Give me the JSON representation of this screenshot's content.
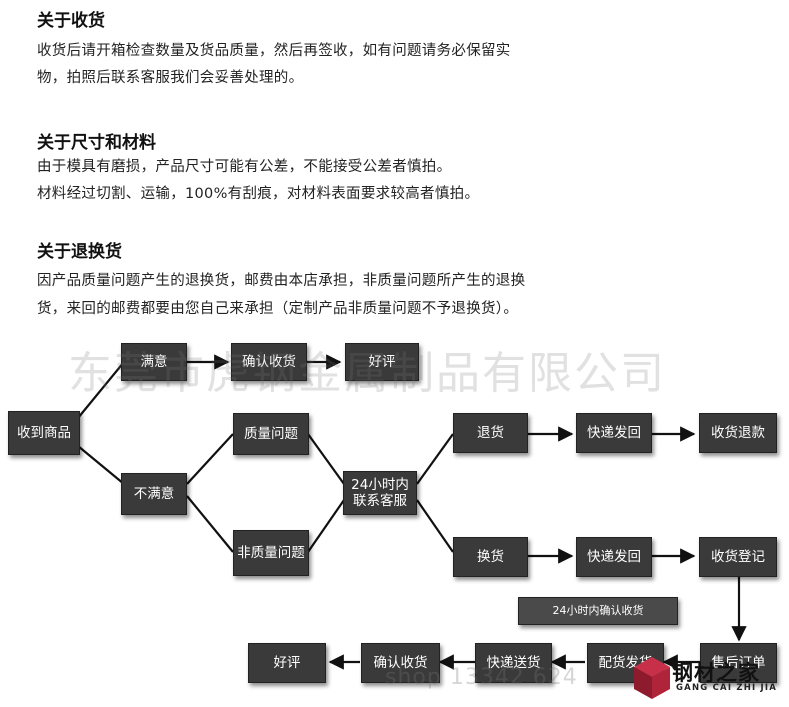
{
  "sections": [
    {
      "heading": "关于收货",
      "lines": [
        "收货后请开箱检查数量及货品质量，然后再签收，如有问题请务必保留实",
        "物，拍照后联系客服我们会妥善处理的。"
      ]
    },
    {
      "heading": "关于尺寸和材料",
      "lines": [
        "由于模具有磨损，产品尺寸可能有公差，不能接受公差者慎拍。",
        "材料经过切割、运输，100%有刮痕，对材料表面要求较高者慎拍。"
      ]
    },
    {
      "heading": "关于退换货",
      "lines": [
        "因产品质量问题产生的退换货，邮费由本店承担，非质量问题所产生的退换",
        "货，来回的邮费都要由您自己来承担（定制产品非质量问题不予退换货）。"
      ]
    }
  ],
  "watermark": "东莞市虎钢金属制品有限公司",
  "shop_watermark": "shop 13342 624",
  "flow": {
    "receive": "收到商品",
    "satisfied": "满意",
    "confirm_top": "确认收货",
    "good_review_top": "好评",
    "unsatisfied": "不满意",
    "quality_issue": "质量问题",
    "non_quality_issue": "非质量问题",
    "contact_line1": "24小时内",
    "contact_line2": "联系客服",
    "return": "退货",
    "express_return_1": "快递发回",
    "refund": "收货退款",
    "exchange": "换货",
    "express_return_2": "快递发回",
    "register": "收货登记",
    "confirm_24h": "24小时内确认收货",
    "after_sale_order": "售后订单",
    "dispatch": "配货发货",
    "express_send": "快递送货",
    "confirm_bottom": "确认收货",
    "good_review_bottom": "好评"
  },
  "logo": {
    "title": "钢材之家",
    "subtitle": "GANG CAI ZHI JIA"
  },
  "colors": {
    "box_fill": "#3a3a3a",
    "logo_red": "#b0243a"
  }
}
